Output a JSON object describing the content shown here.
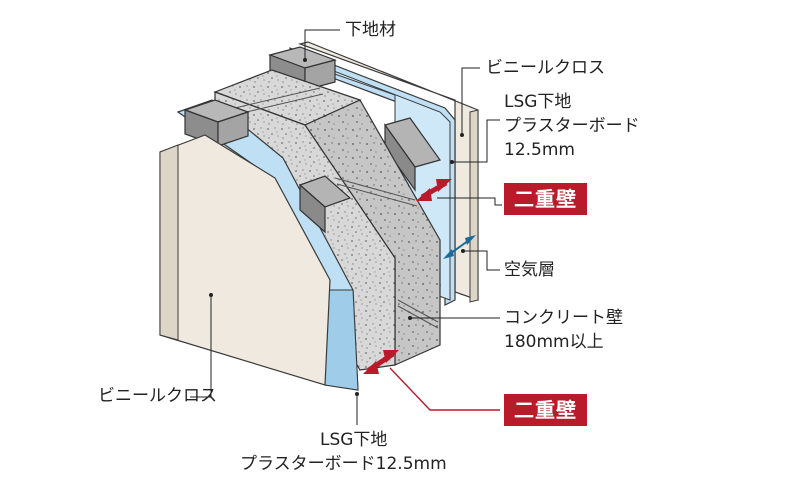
{
  "labels": {
    "backing_material": "下地材",
    "vinyl_cloth_right": "ビニールクロス",
    "lsg_right_1": "LSG下地",
    "lsg_right_2": "プラスターボード",
    "lsg_right_3": "12.5mm",
    "double_wall_top": "二重壁",
    "air_layer": "空気層",
    "concrete_wall_1": "コンクリート壁",
    "concrete_wall_2": "180mm以上",
    "double_wall_bottom": "二重壁",
    "vinyl_cloth_left": "ビニールクロス",
    "lsg_bottom_1": "LSG下地",
    "lsg_bottom_2": "プラスターボード12.5mm"
  },
  "colors": {
    "accent_red": "#b81c2b",
    "board_blue": "#bfe0f4",
    "board_edge_blue": "#7fb9de",
    "cloth": "#f0ebe1",
    "concrete": "#d9d9d9",
    "stud_gray": "#8c8c8c",
    "air_arrow": "#1a6a9a"
  }
}
